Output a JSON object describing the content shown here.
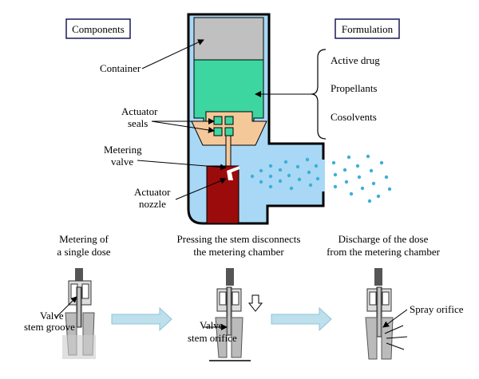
{
  "header": {
    "components": "Components",
    "formulation": "Formulation"
  },
  "labels": {
    "container": "Container",
    "actuator_seals_1": "Actuator",
    "actuator_seals_2": "seals",
    "metering_valve_1": "Metering",
    "metering_valve_2": "valve",
    "actuator_nozzle_1": "Actuator",
    "actuator_nozzle_2": "nozzle"
  },
  "formulation": {
    "items": [
      "Active drug",
      "Propellants",
      "Cosolvents"
    ]
  },
  "steps": [
    {
      "title_1": "Metering of",
      "title_2": "a single dose"
    },
    {
      "title_1": "Pressing the stem disconnects",
      "title_2": "the metering chamber"
    },
    {
      "title_1": "Discharge of the dose",
      "title_2": "from the metering chamber"
    }
  ],
  "step_labels": {
    "valve_stem_groove_1": "Valve",
    "valve_stem_groove_2": "stem groove",
    "valve_stem_orifice_1": "Valve",
    "valve_stem_orifice_2": "stem orifice",
    "spray_orifice": "Spray orifice"
  },
  "colors": {
    "canister": "#c0c0c0",
    "formulation": "#3dd6a0",
    "actuator_body": "#a8d8f5",
    "seal": "#f5c89a",
    "nozzle": "#9b0b0b",
    "spray": "#3bb0d8",
    "arrow": "#bde0ec"
  }
}
